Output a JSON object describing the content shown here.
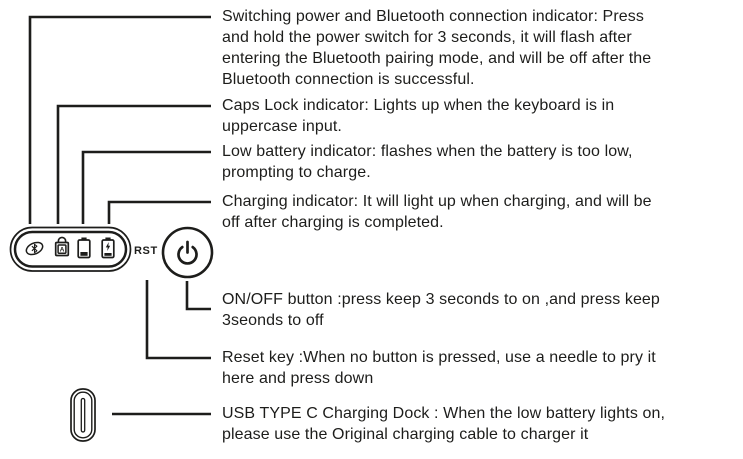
{
  "colors": {
    "ink": "#1d1d1b",
    "background": "#ffffff"
  },
  "device": {
    "rst_label": "RST",
    "indicator_icons": [
      "bluetooth-connection",
      "caps-lock",
      "low-battery",
      "charging"
    ],
    "caps_lock_letter": "A",
    "power_button_symbol": "power"
  },
  "callouts": [
    {
      "id": "power-bluetooth-indicator",
      "lines": [
        "Switching power and Bluetooth connection indicator: Press",
        "and hold the power switch for 3 seconds, it will flash after",
        "entering the Bluetooth pairing mode, and will be off after the",
        "Bluetooth connection is successful."
      ]
    },
    {
      "id": "caps-lock-indicator",
      "lines": [
        "Caps Lock indicator: Lights up when the keyboard is in",
        "uppercase input."
      ]
    },
    {
      "id": "low-battery-indicator",
      "lines": [
        "Low battery indicator: flashes when the battery is too low,",
        "prompting to charge."
      ]
    },
    {
      "id": "charging-indicator",
      "lines": [
        "Charging indicator: It will light up when charging, and will be",
        "off after charging is completed."
      ]
    },
    {
      "id": "on-off-button",
      "lines": [
        "ON/OFF button :press keep 3 seconds to on ,and press keep",
        "3seonds to off"
      ]
    },
    {
      "id": "reset-key",
      "lines": [
        "Reset key :When no button is pressed, use a needle to pry it",
        "here and press down"
      ]
    },
    {
      "id": "usb-type-c-dock",
      "lines": [
        "USB TYPE C Charging Dock : When the low battery lights on,",
        "please use the Original charging cable to charger it"
      ]
    }
  ]
}
